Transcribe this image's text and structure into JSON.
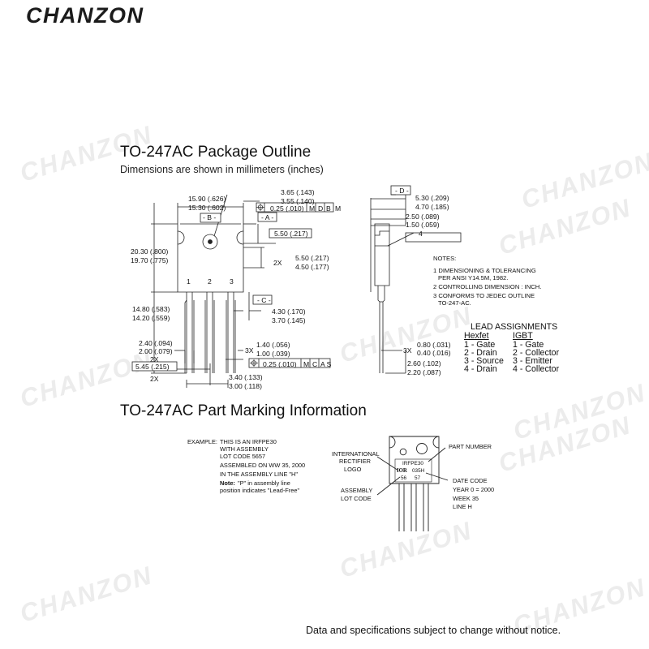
{
  "brand": {
    "name": "CHANZON"
  },
  "outline": {
    "title": "TO-247AC Package Outline",
    "subtitle": "Dimensions are shown in millimeters (inches)",
    "dims": {
      "width_max": "15.90 (.626)",
      "width_min": "15.30 (.602)",
      "datum_b": "- B -",
      "hole_max": "3.65 (.143)",
      "hole_min": "3.55 (.140)",
      "hole_tol": "0.25 (.010)",
      "hole_tol_m": "M",
      "hole_tol_d": "D",
      "hole_tol_b": "B",
      "hole_tol_m2": "M",
      "datum_a": "- A -",
      "tab": "5.50 (.217)",
      "body_h_max": "20.30 (.800)",
      "body_h_min": "19.70 (.775)",
      "twox": "2X",
      "notch_max": "5.50 (.217)",
      "notch_min": "4.50 (.177)",
      "datum_c": "- C -",
      "lead_stub_max": "4.30 (.170)",
      "lead_stub_min": "3.70 (.145)",
      "lead_len_max": "14.80 (.583)",
      "lead_len_min": "14.20 (.559)",
      "pin1": "1",
      "pin2": "2",
      "pin3": "3",
      "lead_w_max": "2.40 (.094)",
      "lead_w_min": "2.00 (.079)",
      "twox_b": "2X",
      "pitch": "5.45 (.215)",
      "twox_c": "2X",
      "threex": "3X",
      "lead_t_max": "1.40 (.056)",
      "lead_t_min": "1.00 (.039)",
      "pos_tol": "0.25 (.010)",
      "pos_tol_m": "M",
      "pos_tol_c": "C",
      "pos_tol_as": "A S",
      "gap_max": "3.40 (.133)",
      "gap_min": "3.00 (.118)",
      "datum_d": "- D -",
      "thick_max": "5.30 (.209)",
      "thick_min": "4.70 (.185)",
      "side_max": "2.50 (.089)",
      "side_min": "1.50 (.059)",
      "callout4": "4",
      "threex_b": "3X",
      "side_lead_max": "0.80 (.031)",
      "side_lead_min": "0.40 (.016)",
      "side_h_max": "2.60 (.102)",
      "side_h_min": "2.20 (.087)"
    },
    "notes": {
      "heading": "NOTES:",
      "n1a": "1  DIMENSIONING & TOLERANCING",
      "n1b": "PER ANSI Y14.5M, 1982.",
      "n2": "2  CONTROLLING DIMENSION : INCH.",
      "n3a": "3  CONFORMS TO JEDEC OUTLINE",
      "n3b": "TO-247-AC."
    },
    "leads": {
      "title": "LEAD ASSIGNMENTS",
      "col1": "Hexfet",
      "col2": "IGBT",
      "h1": "1 - Gate",
      "h2": "2 - Drain",
      "h3": "3 - Source",
      "h4": "4 - Drain",
      "g1": "1 - Gate",
      "g2": "2 - Collector",
      "g3": "3 - Emitter",
      "g4": "4 - Collector"
    }
  },
  "marking": {
    "title": "TO-247AC Part Marking Information",
    "example": "EXAMPLE:",
    "e1": "THIS IS AN IRFPE30",
    "e2": "WITH ASSEMBLY",
    "e3": "LOT CODE 5657",
    "e4": "ASSEMBLED ON WW 35, 2000",
    "e5": "IN THE ASSEMBLY LINE \"H\"",
    "note_label": "Note:",
    "note1": "\"P\" in assembly line",
    "note2": "position indicates \"Lead-Free\"",
    "intl1": "INTERNATIONAL",
    "intl2": "RECTIFIER",
    "intl3": "LOGO",
    "asm1": "ASSEMBLY",
    "asm2": "LOT CODE",
    "part_number": "PART NUMBER",
    "date1": "DATE CODE",
    "date2": "YEAR 0 = 2000",
    "date3": "WEEK 35",
    "date4": "LINE H",
    "chip_part": "IRFPE30",
    "chip_logo": "IOR",
    "chip_code": "035H",
    "chip_lot1": "56",
    "chip_lot2": "57"
  },
  "footer": "Data and specifications subject to change without notice."
}
